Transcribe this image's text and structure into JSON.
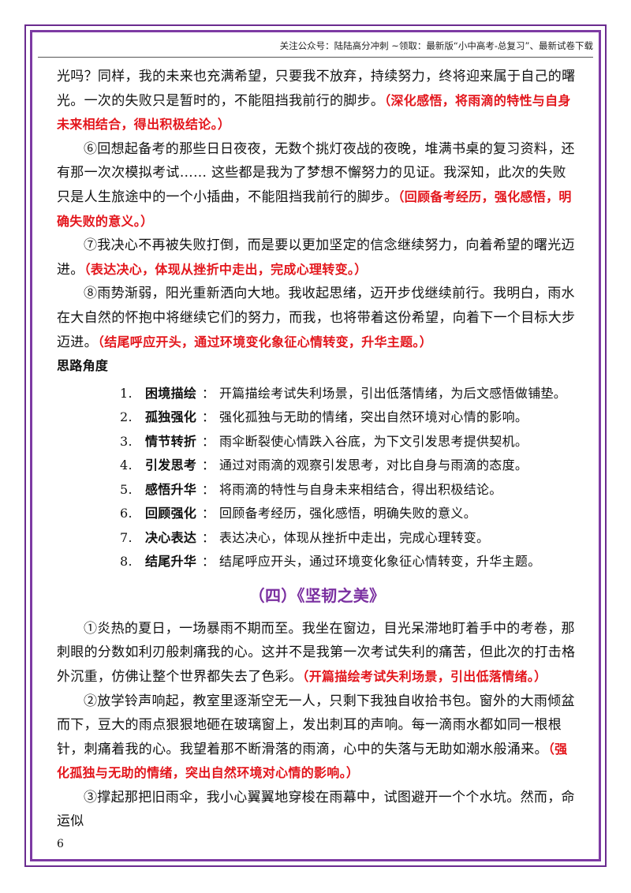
{
  "header": {
    "text": "关注公众号：陆陆高分冲刺 ~领取：最新版“小中高考-总复习”、最新试卷下载"
  },
  "paragraphs_top": [
    {
      "text": "光吗？同样，我的未来也充满希望，只要我不放弃，持续努力，终将迎来属于自己的曙光。一次的失败只是暂时的，不能阻挡我前行的脚步。",
      "note": "（深化感悟，将雨滴的特性与自身未来相结合，得出积极结论。）"
    },
    {
      "text": "⑥回想起备考的那些日日夜夜，无数个挑灯夜战的夜晚，堆满书桌的复习资料，还有那一次次模拟考试…… 这些都是我为了梦想不懈努力的见证。我深知，此次的失败只是人生旅途中的一个小插曲，不能阻挡我前行的脚步。",
      "note": "（回顾备考经历，强化感悟，明确失败的意义。）"
    },
    {
      "text": "⑦我决心不再被失败打倒，而是要以更加坚定的信念继续努力，向着希望的曙光迈进。",
      "note": "（表达决心，体现从挫折中走出，完成心理转变。）"
    },
    {
      "text": "⑧雨势渐弱，阳光重新洒向大地。我收起思绪，迈开步伐继续前行。我明白，雨水在大自然的怀抱中将继续它们的努力，而我，也将带着这份希望，向着下一个目标大步迈进。",
      "note": "（结尾呼应开头，通过环境变化象征心情转变，升华主题。）"
    }
  ],
  "angles_heading": "思路角度",
  "angles": [
    {
      "num": "1.",
      "term": "困境描绘",
      "colon": "：",
      "desc": "开篇描绘考试失利场景，引出低落情绪，为后文感悟做铺垫。"
    },
    {
      "num": "2.",
      "term": "孤独强化",
      "colon": "：",
      "desc": "强化孤独与无助的情绪，突出自然环境对心情的影响。"
    },
    {
      "num": "3.",
      "term": "情节转折",
      "colon": "：",
      "desc": "雨伞断裂使心情跌入谷底，为下文引发思考提供契机。"
    },
    {
      "num": "4.",
      "term": "引发思考",
      "colon": "：",
      "desc": "通过对雨滴的观察引发思考，对比自身与雨滴的态度。"
    },
    {
      "num": "5.",
      "term": "感悟升华",
      "colon": "：",
      "desc": "将雨滴的特性与自身未来相结合，得出积极结论。"
    },
    {
      "num": "6.",
      "term": "回顾强化",
      "colon": "：",
      "desc": "回顾备考经历，强化感悟，明确失败的意义。"
    },
    {
      "num": "7.",
      "term": "决心表达",
      "colon": "：",
      "desc": "表达决心，体现从挫折中走出，完成心理转变。"
    },
    {
      "num": "8.",
      "term": "结尾升华",
      "colon": "：",
      "desc": "结尾呼应开头，通过环境变化象征心情转变，升华主题。"
    }
  ],
  "section_title": "（四）《坚韧之美》",
  "paragraphs_bottom": [
    {
      "text": "①炎热的夏日，一场暴雨不期而至。我坐在窗边，目光呆滞地盯着手中的考卷，那刺眼的分数如利刃般刺痛我的心。这并不是我第一次考试失利的痛苦，但此次的打击格外沉重，仿佛让整个世界都失去了色彩。",
      "note": "（开篇描绘考试失利场景，引出低落情绪。）"
    },
    {
      "text": "②放学铃声响起，教室里逐渐空无一人，只剩下我独自收拾书包。窗外的大雨倾盆而下，豆大的雨点狠狠地砸在玻璃窗上，发出刺耳的声响。每一滴雨水都如同一根根针，刺痛着我的心。我望着那不断滑落的雨滴，心中的失落与无助如潮水般涌来。",
      "note": "（强化孤独与无助的情绪，突出自然环境对心情的影响。）"
    },
    {
      "text": "③撑起那把旧雨伞，我小心翼翼地穿梭在雨幕中，试图避开一个个水坑。然而，命运似",
      "note": ""
    }
  ],
  "page_number": "6"
}
